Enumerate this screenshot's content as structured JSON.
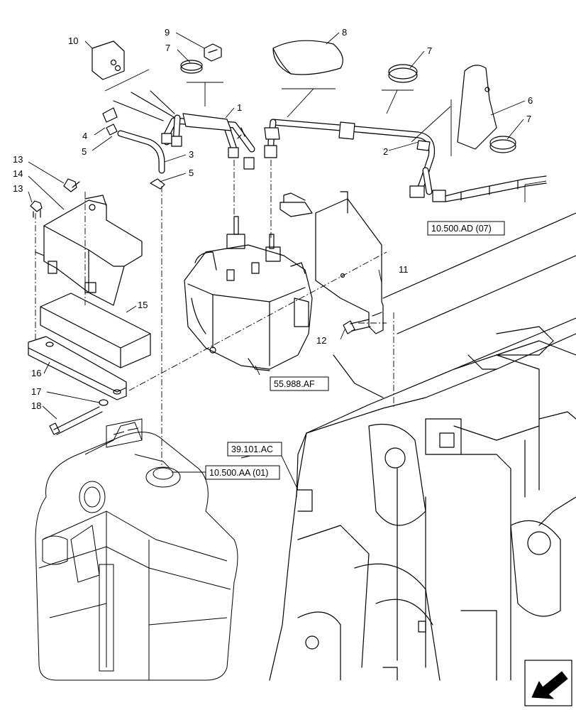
{
  "callouts": [
    {
      "label": "1"
    },
    {
      "label": "2"
    },
    {
      "label": "3"
    },
    {
      "label": "4"
    },
    {
      "label": "5"
    },
    {
      "label": "5"
    },
    {
      "label": "6"
    },
    {
      "label": "7"
    },
    {
      "label": "7"
    },
    {
      "label": "7"
    },
    {
      "label": "8"
    },
    {
      "label": "9"
    },
    {
      "label": "10"
    },
    {
      "label": "11"
    },
    {
      "label": "12"
    },
    {
      "label": "13"
    },
    {
      "label": "13"
    },
    {
      "label": "14"
    },
    {
      "label": "15"
    },
    {
      "label": "16"
    },
    {
      "label": "17"
    },
    {
      "label": "18"
    }
  ],
  "references": [
    {
      "label": "10.500.AD (07)"
    },
    {
      "label": "55.988.AF"
    },
    {
      "label": "39.101.AC"
    },
    {
      "label": "10.500.AA (01)"
    }
  ],
  "nav": {
    "icon": "arrow-icon"
  }
}
